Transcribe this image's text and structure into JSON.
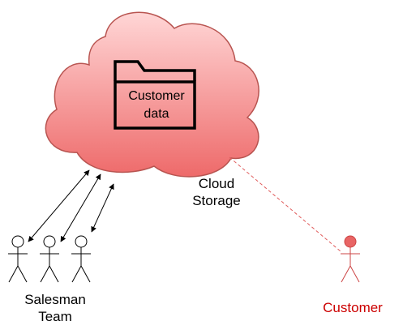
{
  "diagram": {
    "folder_label_line1": "Customer",
    "folder_label_line2": "data",
    "cloud_label_line1": "Cloud",
    "cloud_label_line2": "Storage",
    "team_label_line1": "Salesman",
    "team_label_line2": "Team",
    "customer_label": "Customer"
  },
  "colors": {
    "cloud_fill_top": "#ffd6d6",
    "cloud_fill_bottom": "#ee6a6a",
    "cloud_stroke": "#b85450",
    "customer_red": "#cc0000",
    "customer_head": "#e86565",
    "link_dashed": "#e05c5c"
  },
  "icons": [
    "folder-icon",
    "actor-icon"
  ]
}
